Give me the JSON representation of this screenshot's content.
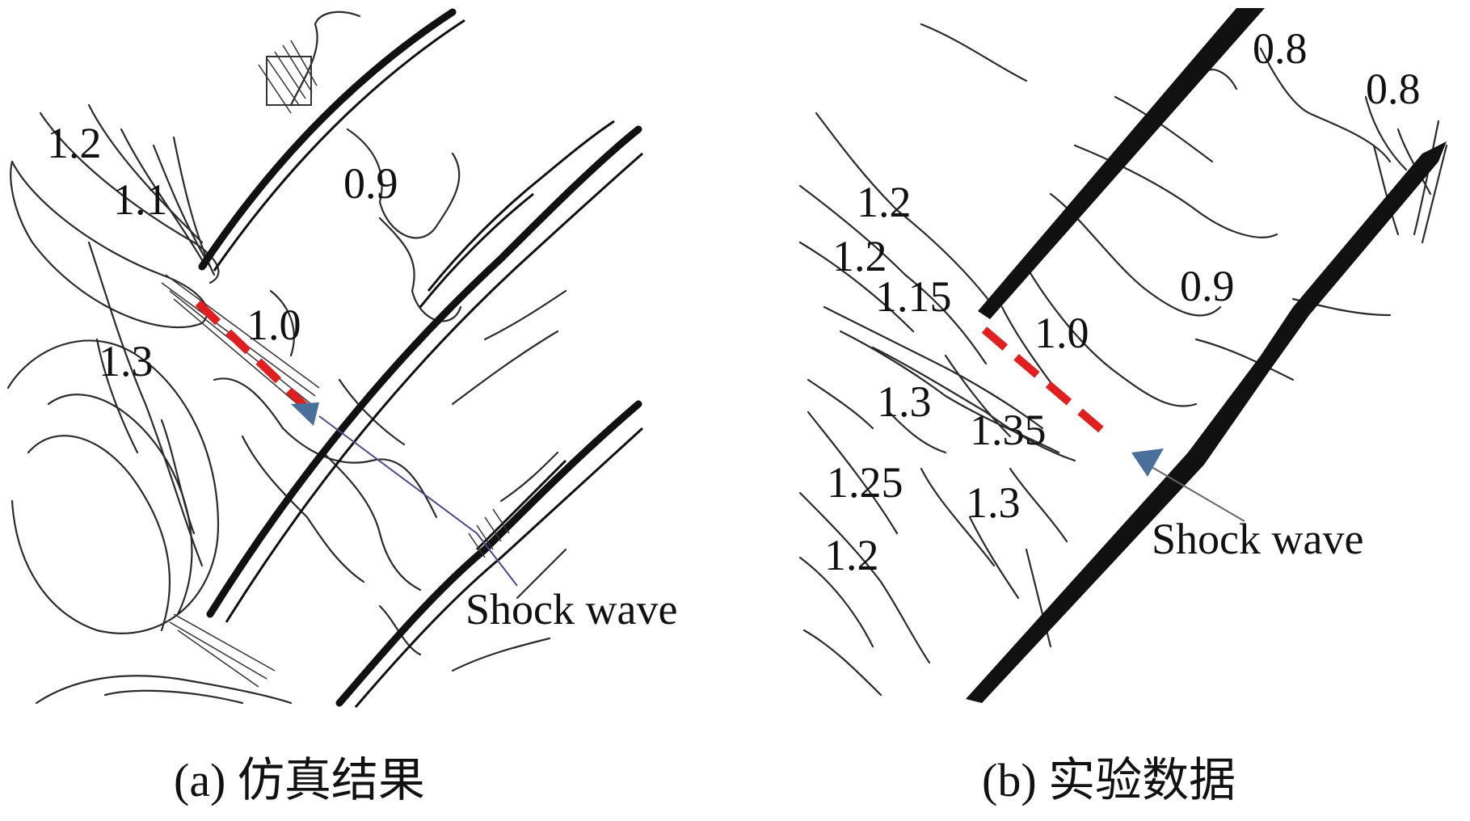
{
  "panel_a": {
    "caption": "(a) 仿真结果",
    "contour_labels": [
      "1.2",
      "1.1",
      "0.9",
      "1.0",
      "1.3"
    ],
    "annotation": "Shock wave"
  },
  "panel_b": {
    "caption": "(b) 实验数据",
    "contour_labels": [
      "0.8",
      "0.8",
      "1.2",
      "1.2",
      "1.15",
      "1.0",
      "0.9",
      "1.3",
      "1.35",
      "1.25",
      "1.3",
      "1.2"
    ],
    "annotation": "Shock wave"
  },
  "colors": {
    "shock_line": "#e02020",
    "arrow": "#4a6f9a",
    "contour": "#2b2b2b"
  }
}
